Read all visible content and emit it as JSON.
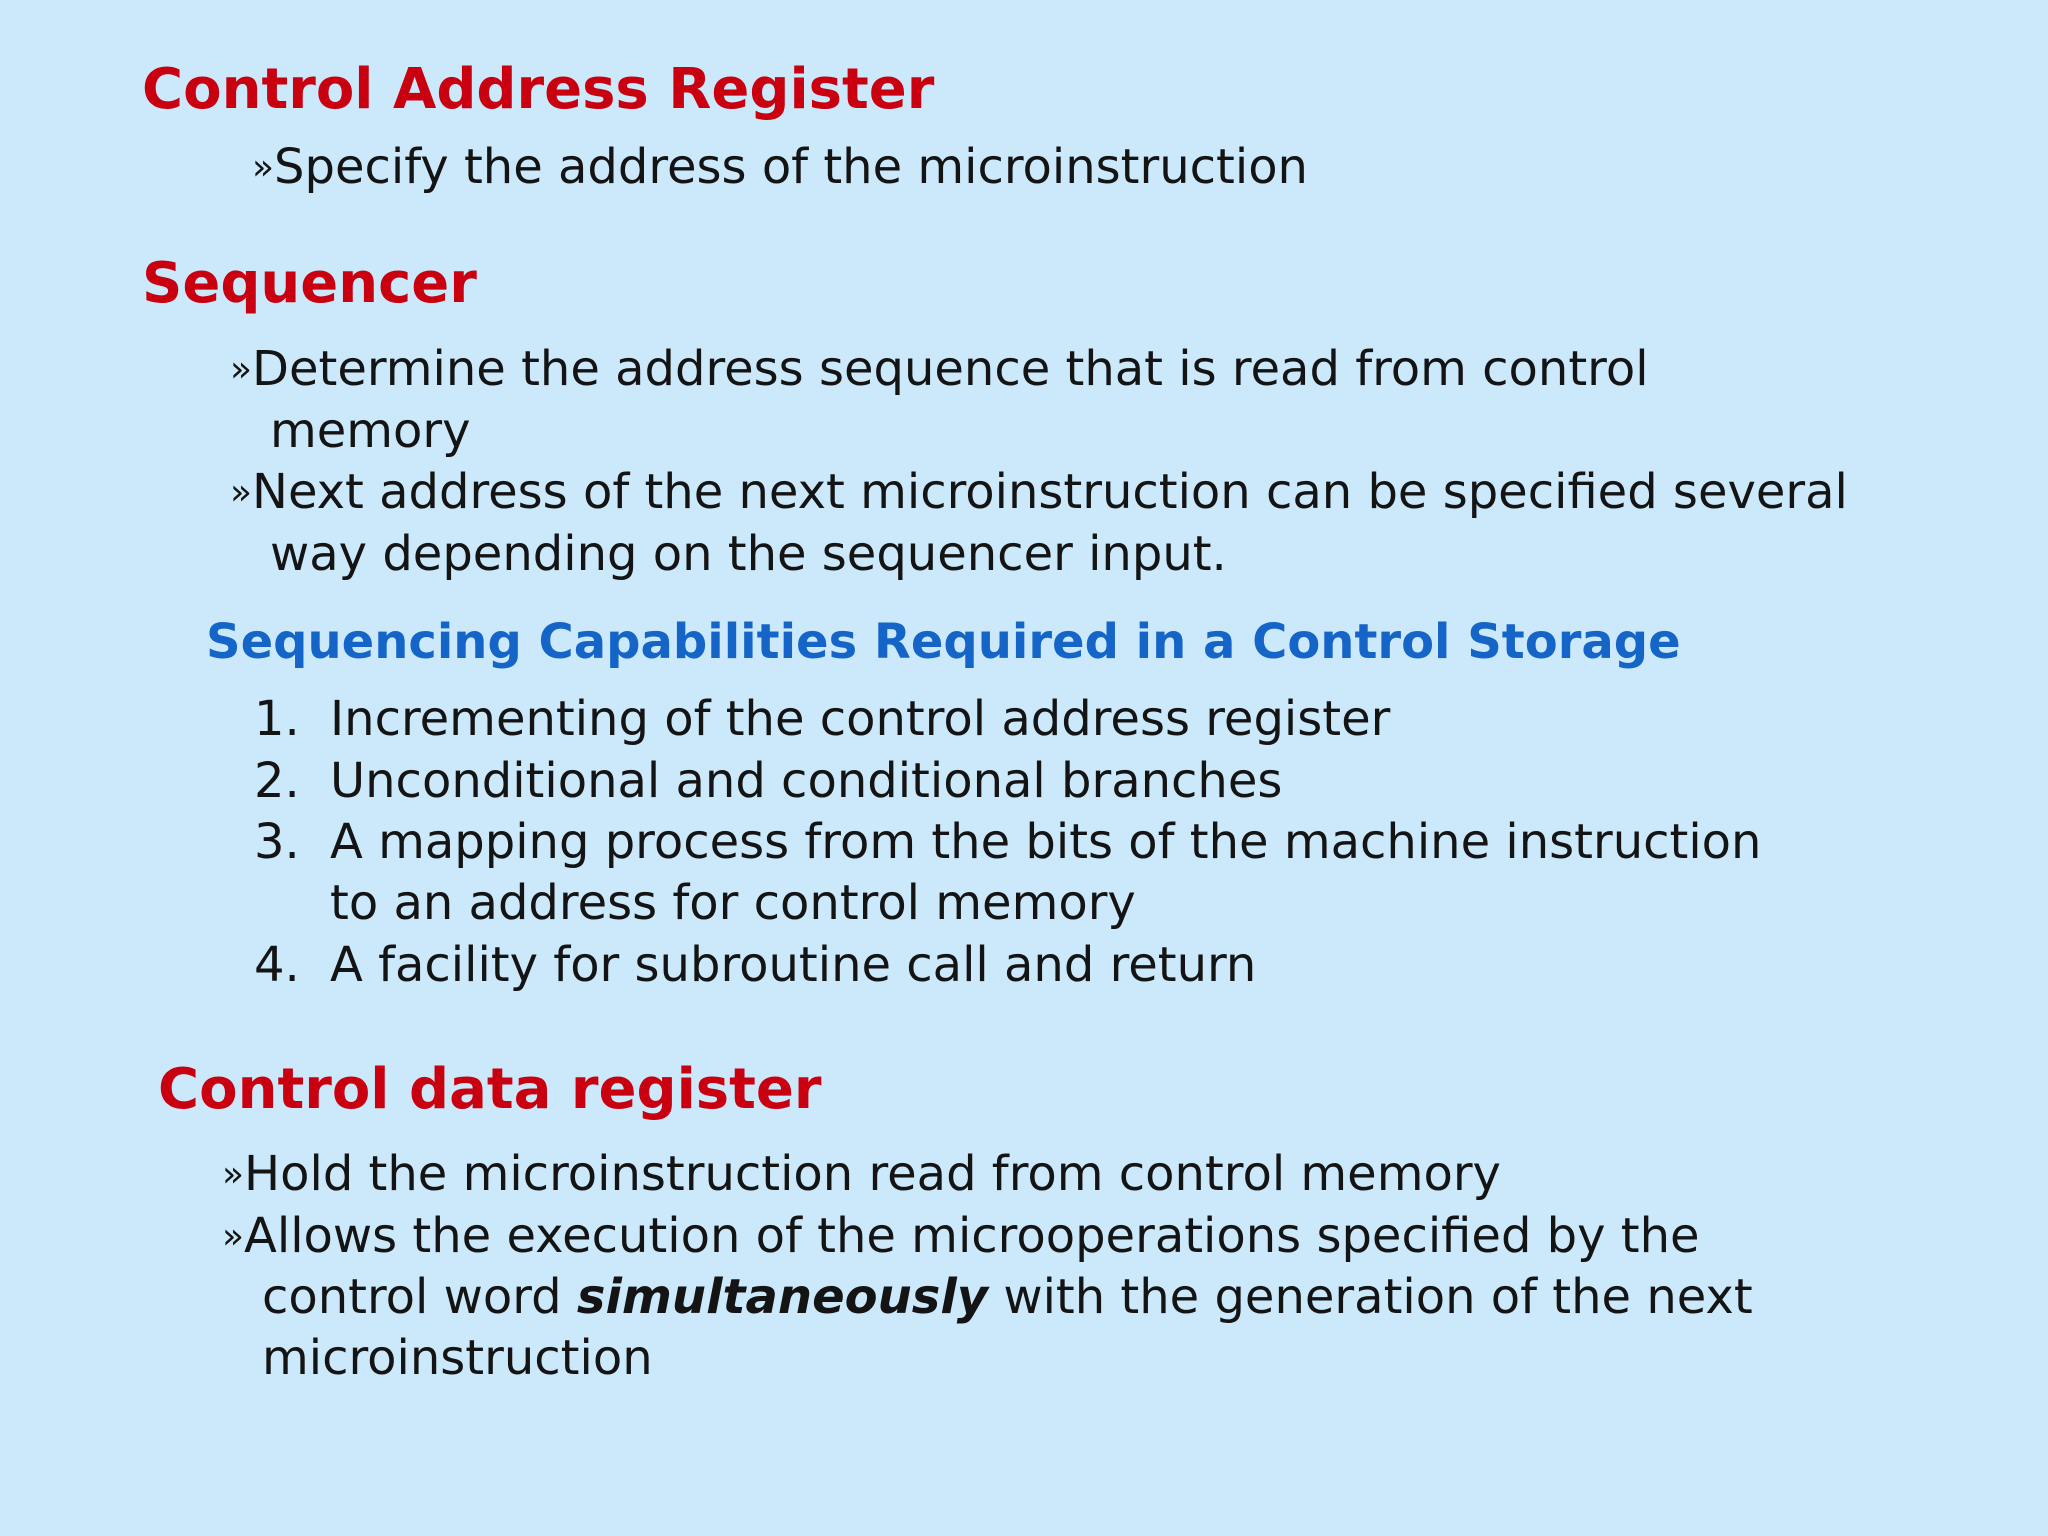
{
  "bullet_marker": "»",
  "car": {
    "heading": "Control Address Register",
    "item1": "Specify the address of the microinstruction"
  },
  "sequencer": {
    "heading": "Sequencer",
    "item1_line1": "Determine the address sequence that is read from control",
    "item1_line2": "memory",
    "item2_line1": "Next address of the next microinstruction can be specified several",
    "item2_line2": "way depending on the sequencer input."
  },
  "capabilities": {
    "heading": "Sequencing Capabilities Required in a Control Storage",
    "items": [
      {
        "num": "1.",
        "line1": "Incrementing of the control address register"
      },
      {
        "num": "2.",
        "line1": "Unconditional and conditional branches"
      },
      {
        "num": "3.",
        "line1": "A mapping process from the bits of the machine instruction",
        "line2": "to an address for control memory"
      },
      {
        "num": "4.",
        "line1": "A facility for subroutine call and return"
      }
    ]
  },
  "cdr": {
    "heading": "Control data register",
    "item1": "Hold the microinstruction read from control memory",
    "item2_line1": "Allows the execution of the microoperations specified by the",
    "item2_line2_pre": "control word ",
    "item2_line2_emph": "simultaneously",
    "item2_line2_post": " with the generation of the next",
    "item2_line3": "microinstruction"
  }
}
